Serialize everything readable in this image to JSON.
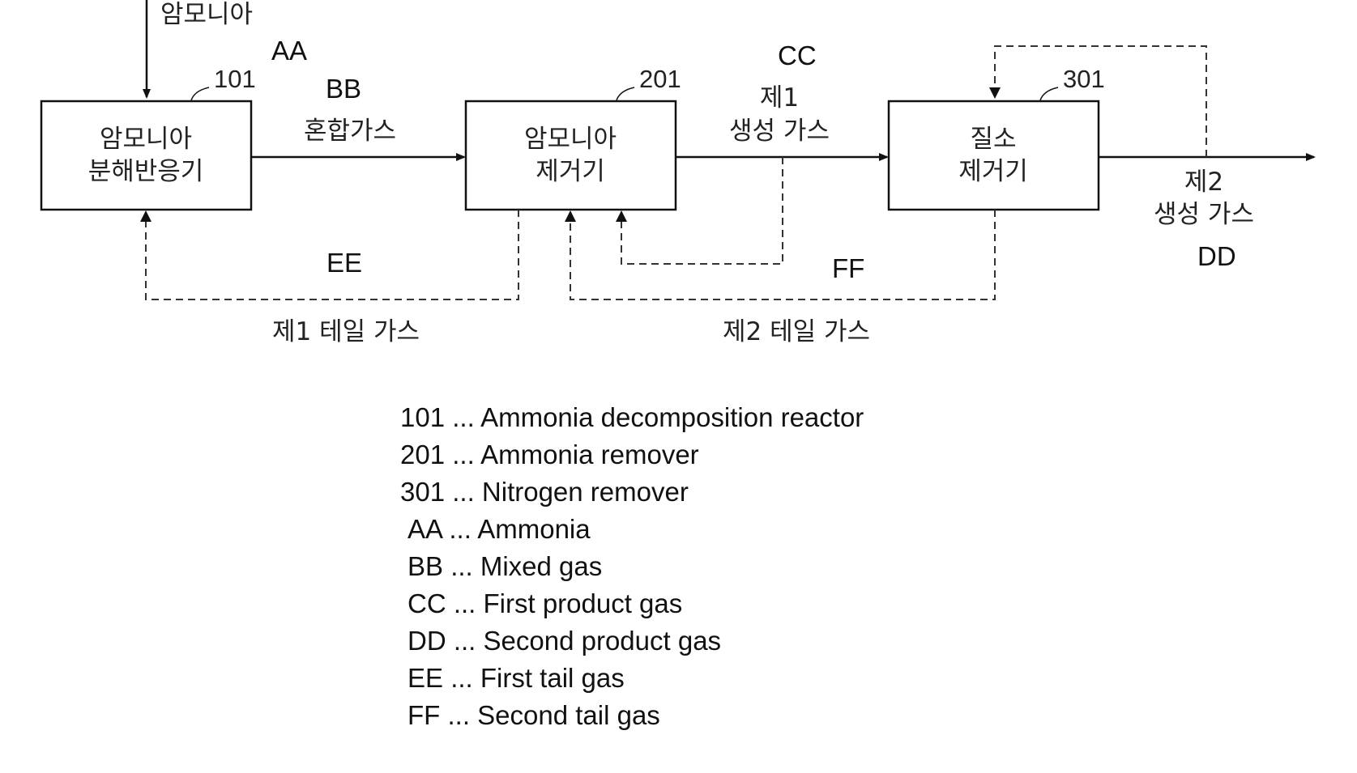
{
  "input_label": "암모니아",
  "codes": {
    "aa": "AA",
    "bb": "BB",
    "cc": "CC",
    "dd": "DD",
    "ee": "EE",
    "ff": "FF"
  },
  "refs": {
    "r101": "101",
    "r201": "201",
    "r301": "301"
  },
  "boxes": {
    "reactor": {
      "line1": "암모니아",
      "line2": "분해반응기"
    },
    "ammonia_remover": {
      "line1": "암모니아",
      "line2": "제거기"
    },
    "nitrogen_remover": {
      "line1": "질소",
      "line2": "제거기"
    }
  },
  "streams": {
    "mixed_gas": "혼합가스",
    "first_product": {
      "line1": "제1",
      "line2": "생성 가스"
    },
    "second_product": {
      "line1": "제2",
      "line2": "생성 가스"
    },
    "first_tail": "제1 테일 가스",
    "second_tail": "제2 테일 가스"
  },
  "legend": [
    "101 ... Ammonia decomposition reactor",
    "201 ... Ammonia remover",
    "301 ... Nitrogen remover",
    "AA ... Ammonia",
    "BB ... Mixed gas",
    "CC ... First product gas",
    "DD ... Second product gas",
    "EE ... First tail gas",
    "FF ... Second tail gas"
  ]
}
